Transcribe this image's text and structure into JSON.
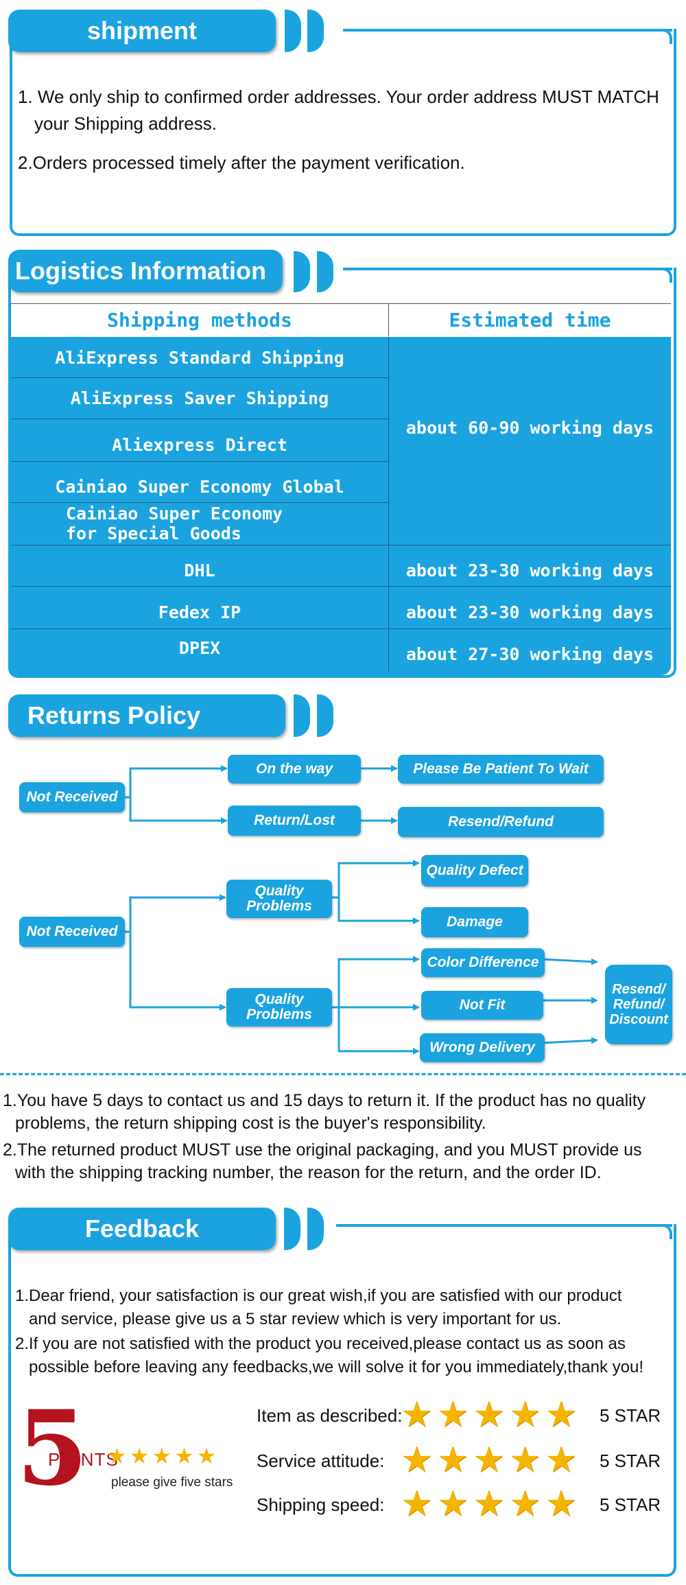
{
  "colors": {
    "accent": "#1ba3e0",
    "points_red": "#b3121e",
    "star": "#f5b400"
  },
  "shipment": {
    "title": "shipment",
    "item1_line1": "1. We only ship to confirmed order addresses. Your order address MUST MATCH",
    "item1_line2": "your Shipping address.",
    "item2": "2.Orders processed timely after the payment verification."
  },
  "logistics": {
    "title": "Logistics Information",
    "headers": [
      "Shipping methods",
      "Estimated time"
    ],
    "methods": [
      "AliExpress Standard Shipping",
      "AliExpress Saver Shipping",
      "Aliexpress Direct",
      "Cainiao Super Economy Global",
      "Cainiao Super Economy for Special Goods",
      "DHL",
      "Fedex IP",
      "DPEX"
    ],
    "times": [
      "about 60-90 working days",
      "about 23-30 working days",
      "about 23-30 working days",
      "about 27-30 working days"
    ]
  },
  "returns": {
    "title": "Returns Policy",
    "flow1": {
      "start": "Not Received",
      "branch_a": "On the way",
      "result_a": "Please Be Patient To Wait",
      "branch_b": "Return/Lost",
      "result_b": "Resend/Refund"
    },
    "flow2": {
      "start": "Not Received",
      "qp1": "Quality Problems",
      "qp2": "Quality Problems",
      "defect": "Quality Defect",
      "damage": "Damage",
      "color": "Color Difference",
      "notfit": "Not Fit",
      "wrong": "Wrong Delivery",
      "final": "Resend/ Refund/ Discount"
    },
    "note1_line1": "1.You have 5 days to contact us and 15 days to return it. If the product has no quality",
    "note1_line2": "problems, the return shipping cost is the buyer's responsibility.",
    "note2_line1": "2.The returned product MUST use the original packaging, and you MUST provide us",
    "note2_line2": "with the shipping tracking number, the reason for the return, and the order ID."
  },
  "feedback": {
    "title": "Feedback",
    "item1_line1": "1.Dear friend, your satisfaction is our great wish,if you are satisfied with our product",
    "item1_line2": "and service, please give us a 5 star review which is very important for us.",
    "item2_line1": "2.If you are not satisfied with the product you received,please contact us as soon as",
    "item2_line2": "possible before leaving any feedbacks,we will solve it for you immediately,thank you!",
    "points_number": "5",
    "points_label": "POINTS",
    "points_caption": "please give five stars",
    "ratings": [
      {
        "label": "Item as described:",
        "value": "5 STAR",
        "stars": 5
      },
      {
        "label": "Service attitude:",
        "value": "5 STAR",
        "stars": 5
      },
      {
        "label": "Shipping speed:",
        "value": "5 STAR",
        "stars": 5
      }
    ]
  }
}
